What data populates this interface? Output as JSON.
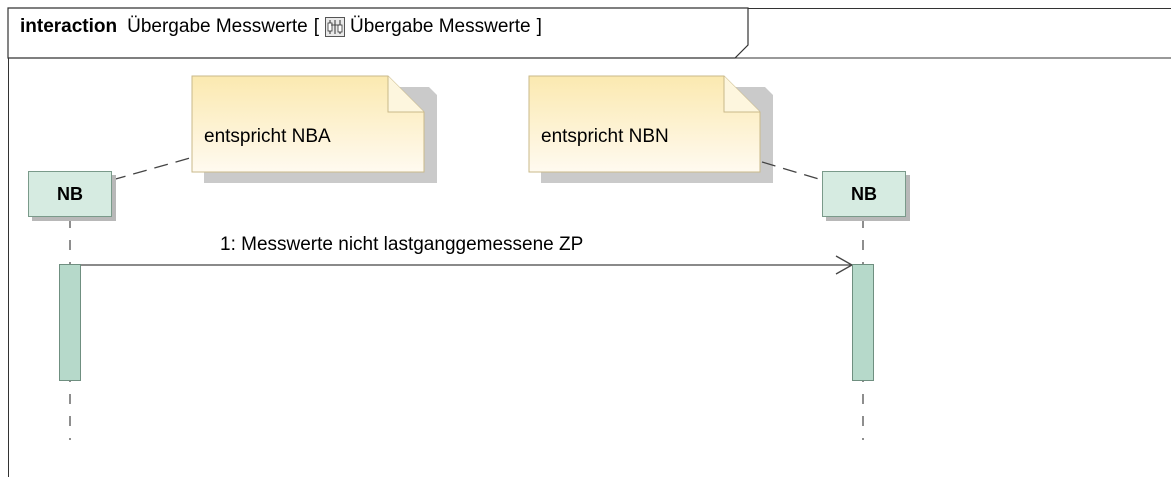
{
  "frame": {
    "keyword": "interaction",
    "name": "Übergabe Messwerte",
    "bracket_open": "[",
    "ref_name": "Übergabe Messwerte",
    "bracket_close": "]",
    "ref_icon": "interaction-diagram-icon"
  },
  "notes": [
    {
      "text": "entspricht NBA"
    },
    {
      "text": "entspricht NBN"
    }
  ],
  "lifelines": [
    {
      "name": "NB"
    },
    {
      "name": "NB"
    }
  ],
  "messages": [
    {
      "label": "1:  Messwerte nicht lastganggemessene ZP"
    }
  ],
  "colors": {
    "note_fill": "#fdf3cf",
    "note_border": "#c9b98a",
    "lifeline_fill": "#d6ebe1",
    "activation_fill": "#b6d9ca",
    "line": "#333333"
  }
}
